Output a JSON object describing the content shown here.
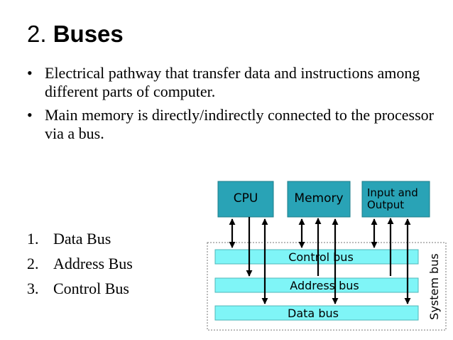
{
  "slide": {
    "title_number": "2.",
    "title_word": "Buses",
    "bullets": [
      "Electrical pathway that transfer data and instructions among different parts of computer.",
      "Main memory is directly/indirectly connected to the processor via a bus."
    ],
    "bullet_glyph": "•",
    "bus_types": [
      {
        "num": "1.",
        "label": "Data Bus"
      },
      {
        "num": "2.",
        "label": "Address Bus"
      },
      {
        "num": "3.",
        "label": "Control Bus"
      }
    ]
  },
  "diagram": {
    "components": {
      "cpu": "CPU",
      "memory": "Memory",
      "io_line1": "Input and",
      "io_line2": "Output"
    },
    "buses": {
      "control": "Control bus",
      "address": "Address bus",
      "data": "Data bus"
    },
    "system_label": "System bus",
    "colors": {
      "component_fill": "#29a3b6",
      "bus_fill": "#7ff5f7"
    }
  }
}
